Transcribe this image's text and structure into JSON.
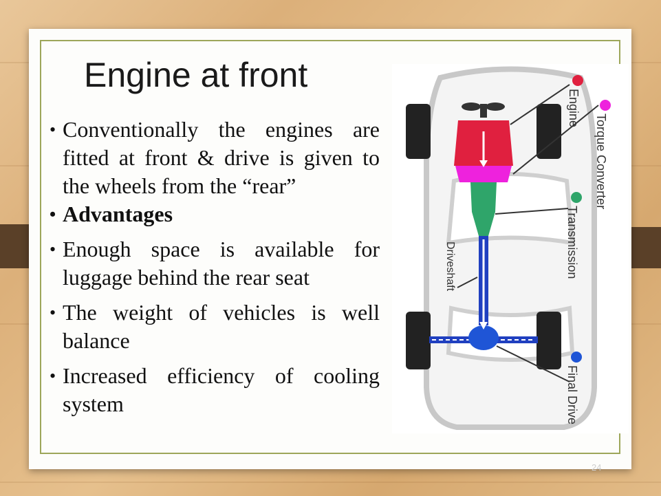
{
  "slide": {
    "title": "Engine at front",
    "bullets": [
      {
        "text": "Conventionally the engines are fitted at front & drive is given to the wheels from the “rear”",
        "bold": false
      },
      {
        "text": "Advantages",
        "bold": true
      },
      {
        "text": "Enough space is available for luggage behind the rear seat",
        "bold": false
      },
      {
        "text": "The weight of vehicles is well balance",
        "bold": false
      },
      {
        "text": "Increased efficiency of cooling system",
        "bold": false
      }
    ],
    "page_number": "24"
  },
  "diagram": {
    "labels": {
      "engine": "Engine",
      "torque_converter": "Torque Converter",
      "transmission": "Transmission",
      "final_drive": "Final Drive",
      "driveshaft": "Driveshaft"
    },
    "colors": {
      "engine": "#e0203f",
      "torque_converter": "#ee22dd",
      "transmission": "#2fa56a",
      "final_drive": "#1f55d6",
      "driveshaft": "#2040c0"
    }
  }
}
